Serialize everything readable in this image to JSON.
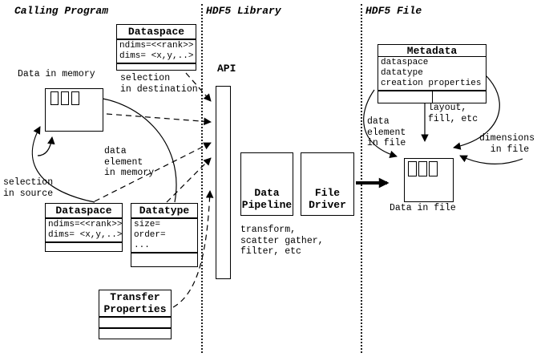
{
  "regions": {
    "calling_program": {
      "title": "Calling Program"
    },
    "hdf5_library": {
      "title": "HDF5 Library"
    },
    "hdf5_file": {
      "title": "HDF5 File"
    }
  },
  "boxes": {
    "dataspace_top": {
      "title": "Dataspace",
      "rows": "ndims=<<rank>>\ndims= <x,y,..>"
    },
    "dataspace_bottom": {
      "title": "Dataspace",
      "rows": "ndims=<<rank>>\ndims= <x,y,..>"
    },
    "datatype": {
      "title": "Datatype",
      "rows": "size=\norder=\n..."
    },
    "transfer_properties": {
      "title": "Transfer\nProperties"
    },
    "metadata": {
      "title": "Metadata",
      "rows": "dataspace\ndatatype\ncreation properties"
    },
    "api": {
      "label": "API"
    },
    "data_pipeline": {
      "label": "Data\nPipeline"
    },
    "file_driver": {
      "label": "File\nDriver"
    }
  },
  "labels": {
    "data_in_memory": "Data in memory",
    "selection_in_destination": "selection\nin destination",
    "selection_in_source": "selection\nin source",
    "data_element_in_memory": "data\nelement\nin memory",
    "transform_note": "transform,\nscatter gather,\nfilter, etc",
    "layout_fill": "layout,\nfill, etc",
    "data_element_in_file": "data\nelement\nin file",
    "dimensions_in_file": "dimensions\n  in file",
    "data_in_file": "Data in file"
  },
  "colors": {
    "ink": "#000000",
    "background": "#ffffff"
  }
}
